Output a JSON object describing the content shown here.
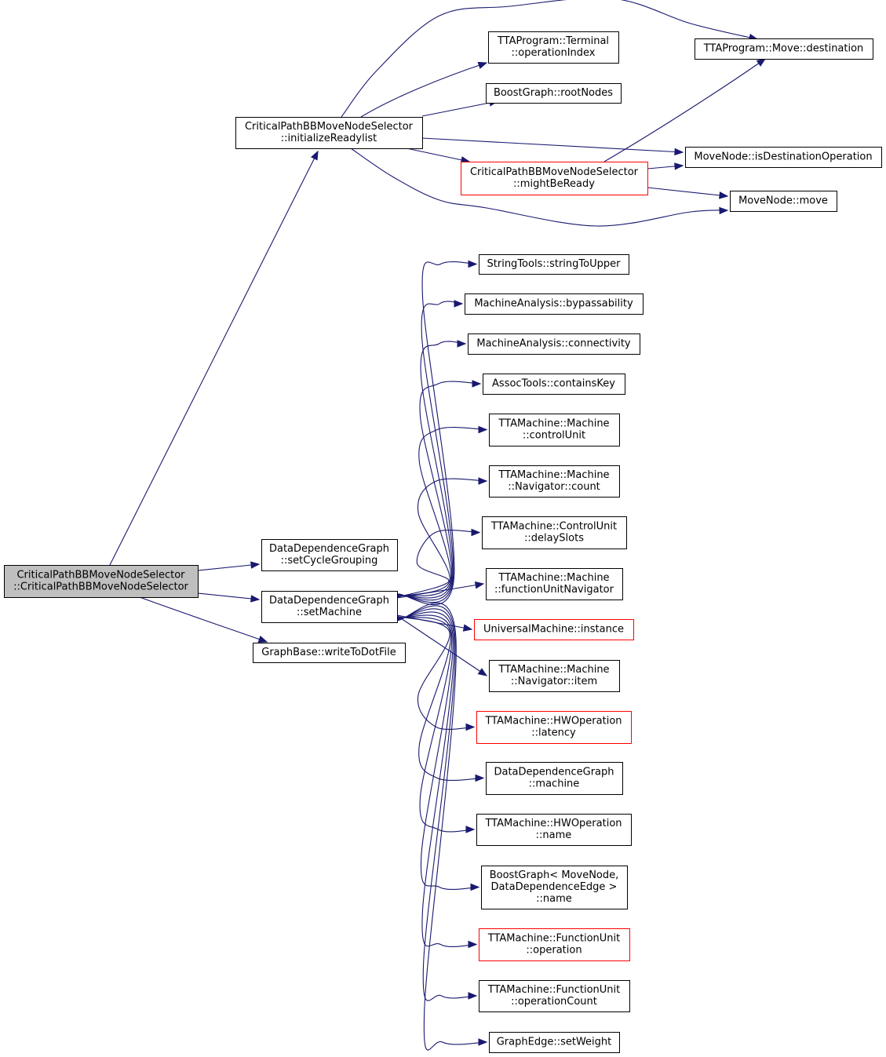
{
  "colors": {
    "edge": "#191970",
    "node_border": "#000000",
    "node_border_truncated": "#ff0000",
    "root_fill": "#bfbfbf",
    "node_fill": "#ffffff"
  },
  "nodes": {
    "root": {
      "lines": [
        "CriticalPathBBMoveNodeSelector",
        "::CriticalPathBBMoveNodeSelector"
      ],
      "style": "root"
    },
    "initReady": {
      "lines": [
        "CriticalPathBBMoveNodeSelector",
        "::initializeReadylist"
      ],
      "style": "normal"
    },
    "setCycle": {
      "lines": [
        "DataDependenceGraph",
        "::setCycleGrouping"
      ],
      "style": "normal"
    },
    "setMachine": {
      "lines": [
        "DataDependenceGraph",
        "::setMachine"
      ],
      "style": "normal"
    },
    "writeDot": {
      "lines": [
        "GraphBase::writeToDotFile"
      ],
      "style": "normal"
    },
    "opIndex": {
      "lines": [
        "TTAProgram::Terminal",
        "::operationIndex"
      ],
      "style": "normal"
    },
    "rootNodes": {
      "lines": [
        "BoostGraph::rootNodes"
      ],
      "style": "normal"
    },
    "mightBe": {
      "lines": [
        "CriticalPathBBMoveNodeSelector",
        "::mightBeReady"
      ],
      "style": "truncated"
    },
    "moveDest": {
      "lines": [
        "TTAProgram::Move::destination"
      ],
      "style": "normal"
    },
    "isDestOp": {
      "lines": [
        "MoveNode::isDestinationOperation"
      ],
      "style": "normal"
    },
    "mnMove": {
      "lines": [
        "MoveNode::move"
      ],
      "style": "normal"
    },
    "strUpper": {
      "lines": [
        "StringTools::stringToUpper"
      ],
      "style": "normal"
    },
    "bypass": {
      "lines": [
        "MachineAnalysis::bypassability"
      ],
      "style": "normal"
    },
    "connect": {
      "lines": [
        "MachineAnalysis::connectivity"
      ],
      "style": "normal"
    },
    "containsKey": {
      "lines": [
        "AssocTools::containsKey"
      ],
      "style": "normal"
    },
    "ctrlUnit": {
      "lines": [
        "TTAMachine::Machine",
        "::controlUnit"
      ],
      "style": "normal"
    },
    "navCount": {
      "lines": [
        "TTAMachine::Machine",
        "::Navigator::count"
      ],
      "style": "normal"
    },
    "delaySlots": {
      "lines": [
        "TTAMachine::ControlUnit",
        "::delaySlots"
      ],
      "style": "normal"
    },
    "fuNav": {
      "lines": [
        "TTAMachine::Machine",
        "::functionUnitNavigator"
      ],
      "style": "normal"
    },
    "univInst": {
      "lines": [
        "UniversalMachine::instance"
      ],
      "style": "truncated"
    },
    "navItem": {
      "lines": [
        "TTAMachine::Machine",
        "::Navigator::item"
      ],
      "style": "normal"
    },
    "latency": {
      "lines": [
        "TTAMachine::HWOperation",
        "::latency"
      ],
      "style": "truncated"
    },
    "ddgMachine": {
      "lines": [
        "DataDependenceGraph",
        "::machine"
      ],
      "style": "normal"
    },
    "hwName": {
      "lines": [
        "TTAMachine::HWOperation",
        "::name"
      ],
      "style": "normal"
    },
    "bgName": {
      "lines": [
        "BoostGraph< MoveNode,",
        "DataDependenceEdge >",
        "::name"
      ],
      "style": "normal"
    },
    "fuOp": {
      "lines": [
        "TTAMachine::FunctionUnit",
        "::operation"
      ],
      "style": "truncated"
    },
    "fuOpCount": {
      "lines": [
        "TTAMachine::FunctionUnit",
        "::operationCount"
      ],
      "style": "normal"
    },
    "setWeight": {
      "lines": [
        "GraphEdge::setWeight"
      ],
      "style": "normal"
    }
  },
  "edges": [
    {
      "from": "root",
      "to": "initReady"
    },
    {
      "from": "root",
      "to": "setCycle"
    },
    {
      "from": "root",
      "to": "setMachine"
    },
    {
      "from": "root",
      "to": "writeDot"
    },
    {
      "from": "initReady",
      "to": "moveDest"
    },
    {
      "from": "initReady",
      "to": "opIndex"
    },
    {
      "from": "initReady",
      "to": "rootNodes"
    },
    {
      "from": "initReady",
      "to": "isDestOp"
    },
    {
      "from": "initReady",
      "to": "mightBe"
    },
    {
      "from": "initReady",
      "to": "mnMove"
    },
    {
      "from": "mightBe",
      "to": "moveDest"
    },
    {
      "from": "mightBe",
      "to": "isDestOp"
    },
    {
      "from": "mightBe",
      "to": "mnMove"
    },
    {
      "from": "setMachine",
      "to": "strUpper"
    },
    {
      "from": "setMachine",
      "to": "bypass"
    },
    {
      "from": "setMachine",
      "to": "connect"
    },
    {
      "from": "setMachine",
      "to": "containsKey"
    },
    {
      "from": "setMachine",
      "to": "ctrlUnit"
    },
    {
      "from": "setMachine",
      "to": "navCount"
    },
    {
      "from": "setMachine",
      "to": "delaySlots"
    },
    {
      "from": "setMachine",
      "to": "fuNav"
    },
    {
      "from": "setMachine",
      "to": "univInst"
    },
    {
      "from": "setMachine",
      "to": "navItem"
    },
    {
      "from": "setMachine",
      "to": "latency"
    },
    {
      "from": "setMachine",
      "to": "ddgMachine"
    },
    {
      "from": "setMachine",
      "to": "hwName"
    },
    {
      "from": "setMachine",
      "to": "bgName"
    },
    {
      "from": "setMachine",
      "to": "fuOp"
    },
    {
      "from": "setMachine",
      "to": "fuOpCount"
    },
    {
      "from": "setMachine",
      "to": "setWeight"
    }
  ]
}
